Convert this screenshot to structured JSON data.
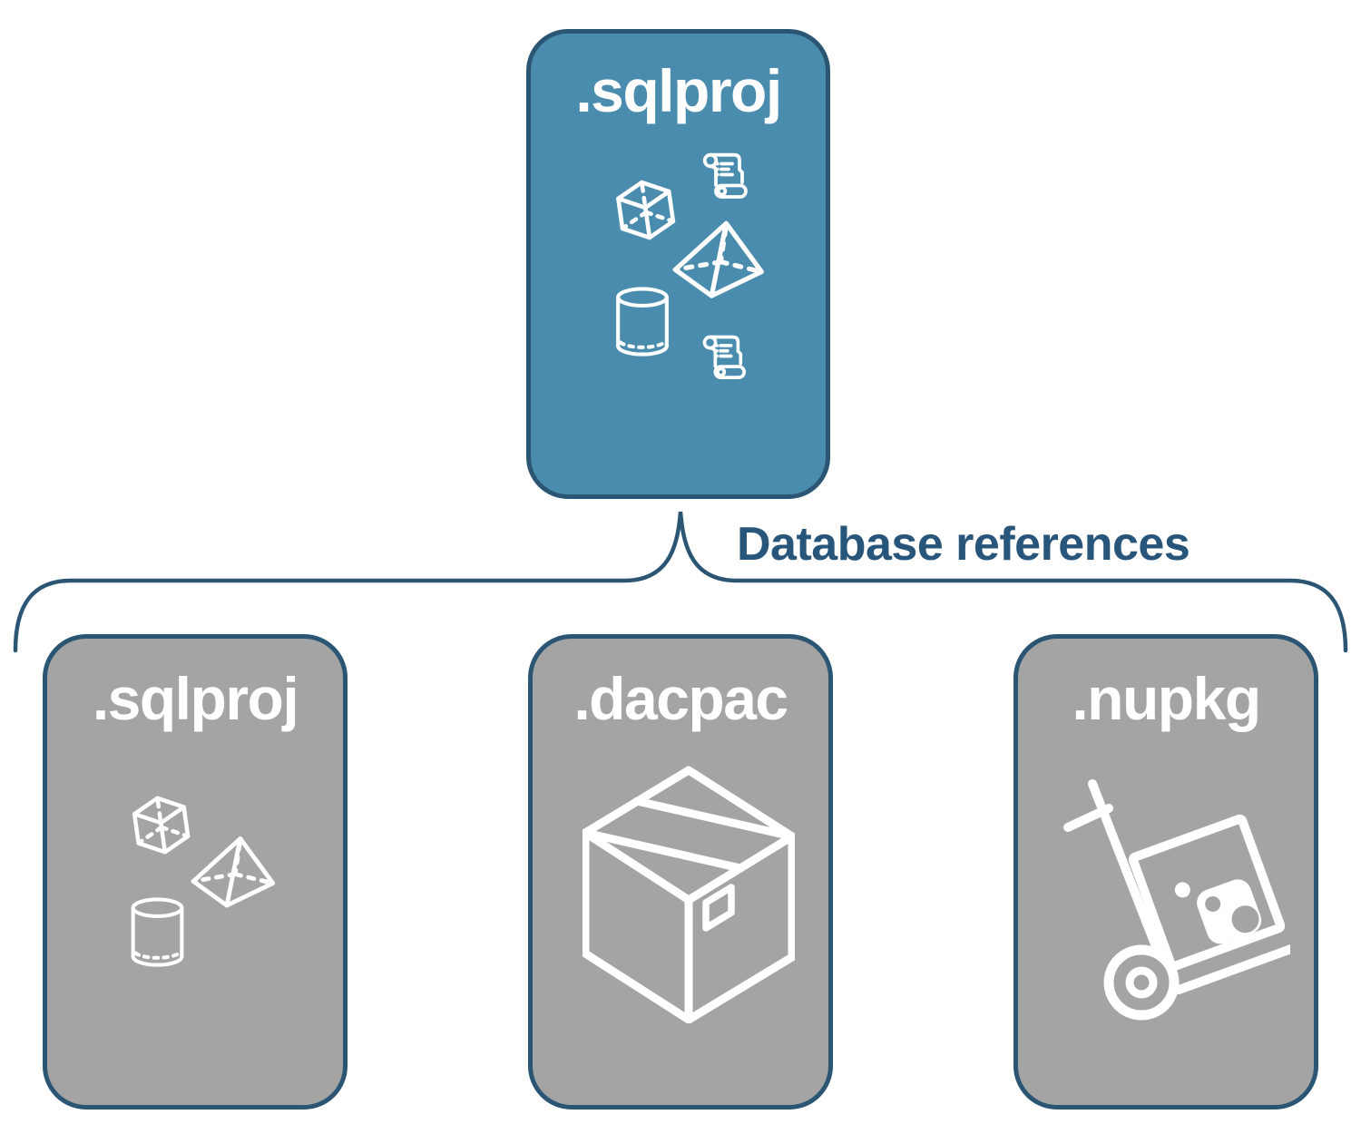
{
  "diagram": {
    "root": {
      "label": ".sqlproj",
      "icons": [
        "sql-script",
        "cube",
        "pyramid",
        "database-cylinder",
        "sql-script"
      ]
    },
    "connector_label": "Database references",
    "children": [
      {
        "id": "sqlproj",
        "label": ".sqlproj",
        "icons": [
          "cube",
          "pyramid",
          "database-cylinder"
        ]
      },
      {
        "id": "dacpac",
        "label": ".dacpac",
        "icons": [
          "package-box"
        ]
      },
      {
        "id": "nupkg",
        "label": ".nupkg",
        "icons": [
          "hand-truck-nuget-package"
        ]
      }
    ],
    "colors": {
      "root_fill": "#4A8CAD",
      "child_fill": "#A4A4A4",
      "stroke": "#2A5674",
      "label_text": "#28567B",
      "icon": "#FFFFFF"
    }
  }
}
